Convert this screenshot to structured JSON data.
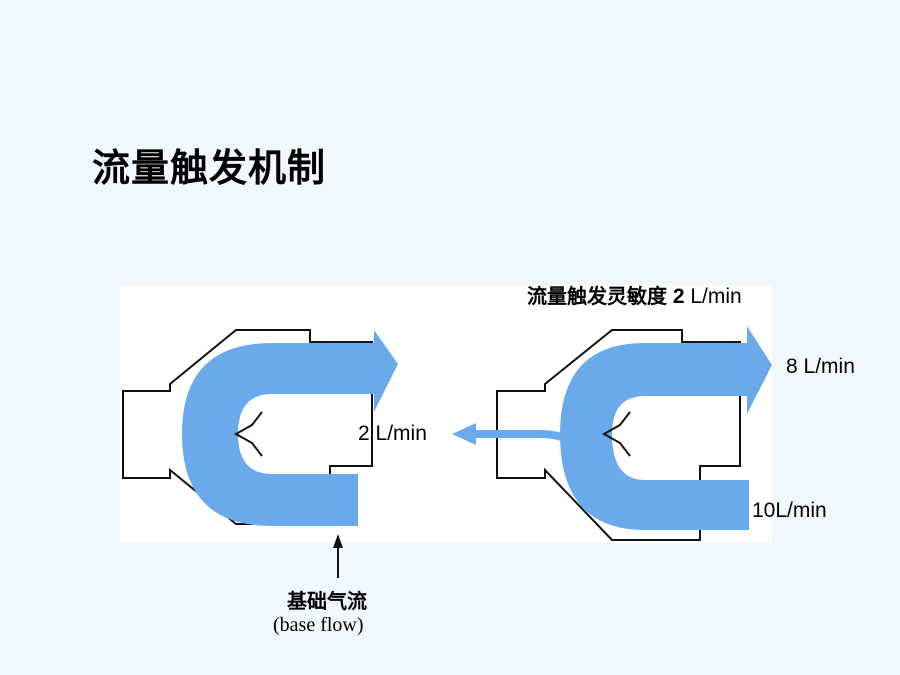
{
  "title": "流量触发机制",
  "sensitivity": {
    "label": "流量触发灵敏度",
    "value": "2",
    "unit": "L/min"
  },
  "flows": {
    "trigger_num": "2",
    "trigger_unit": "L/min",
    "out_num": "8",
    "out_unit": "L/min",
    "in_num": "10",
    "in_unit": "L/min"
  },
  "base_flow": {
    "cn": "基础气流",
    "en": "(base flow)"
  },
  "colors": {
    "arrow": "#6aaaea",
    "outline": "#111111",
    "background": "#f0f7fd",
    "panel": "#ffffff"
  }
}
